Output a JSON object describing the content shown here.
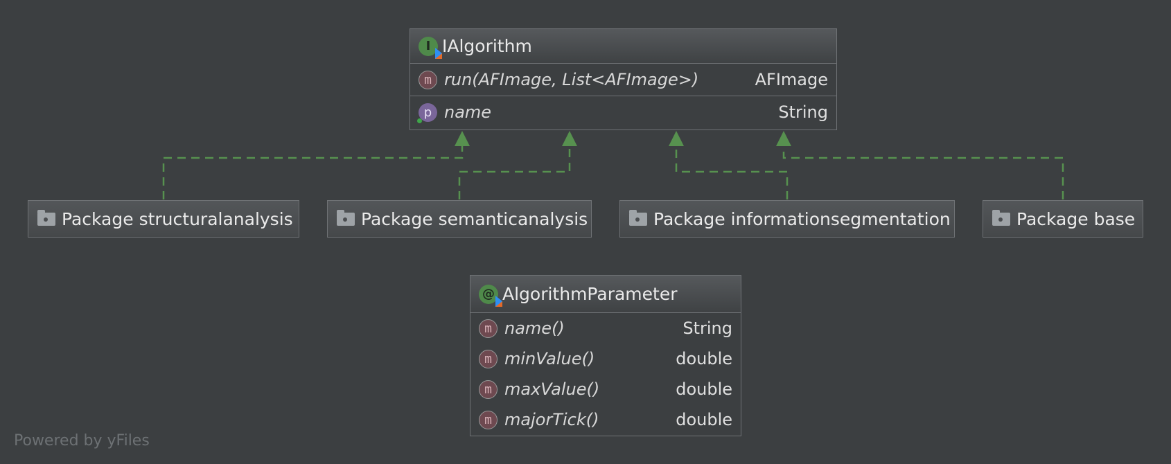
{
  "interface": {
    "name": "IAlgorithm",
    "method": {
      "name": "run(AFImage, List<AFImage>)",
      "type": "AFImage"
    },
    "property": {
      "name": "name",
      "type": "String"
    }
  },
  "packages": [
    {
      "label": "Package structuralanalysis"
    },
    {
      "label": "Package semanticanalysis"
    },
    {
      "label": "Package informationsegmentation"
    },
    {
      "label": "Package base"
    }
  ],
  "annotation": {
    "name": "AlgorithmParameter",
    "methods": [
      {
        "name": "name()",
        "type": "String"
      },
      {
        "name": "minValue()",
        "type": "double"
      },
      {
        "name": "maxValue()",
        "type": "double"
      },
      {
        "name": "majorTick()",
        "type": "double"
      }
    ]
  },
  "icons": {
    "method": "m",
    "property": "p",
    "interface": "I",
    "annotation": "@"
  },
  "colors": {
    "background": "#3c3f41",
    "edge": "#4f8a4a",
    "method_icon": "#6e4950",
    "property_icon": "#7a669a"
  },
  "watermark": "Powered by yFiles"
}
